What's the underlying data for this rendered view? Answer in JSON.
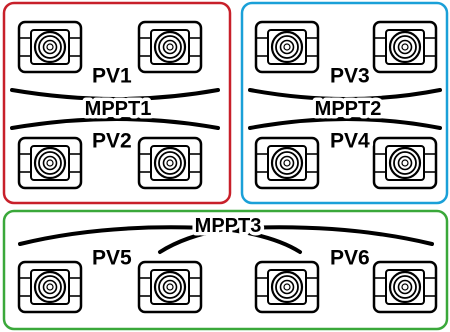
{
  "groups": [
    {
      "id": "mppt1",
      "label": "MPPT1",
      "color": "#c8202a",
      "pv_top": "PV1",
      "pv_bottom": "PV2"
    },
    {
      "id": "mppt2",
      "label": "MPPT2",
      "color": "#1aa0d8",
      "pv_top": "PV3",
      "pv_bottom": "PV4"
    },
    {
      "id": "mppt3",
      "label": "MPPT3",
      "color": "#3aa83a",
      "pv_left": "PV5",
      "pv_right": "PV6"
    }
  ],
  "connector_icon": "mc4-solar-connector-icon"
}
